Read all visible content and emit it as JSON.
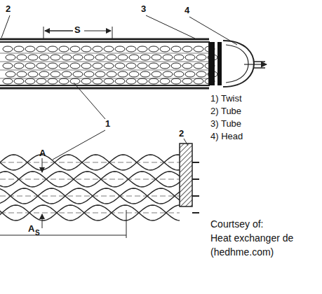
{
  "diagram": {
    "labels": [
      "2",
      "S",
      "3",
      "4",
      "1",
      "2",
      "A",
      "A",
      "S",
      "1) Twist",
      "2) Tube",
      "3) Tube",
      "4) Head",
      "Courtsey of:",
      "Heat exchanger de",
      "(hedhme.com)"
    ]
  }
}
